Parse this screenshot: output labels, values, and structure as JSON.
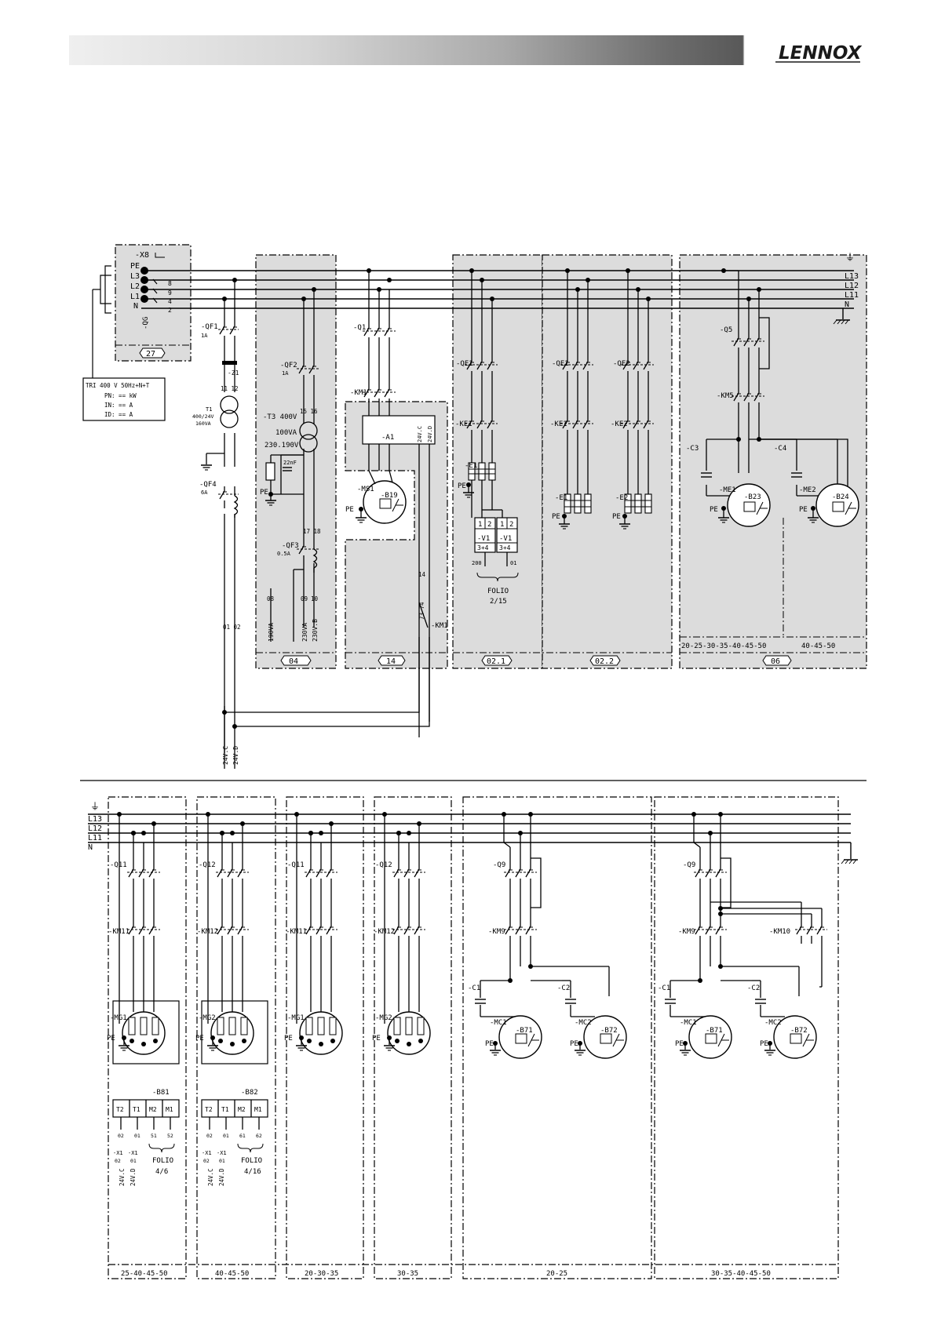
{
  "brand": {
    "name": "LENNOX"
  },
  "colors": {
    "zone_fill": "#dcdcdc",
    "ink": "#000000",
    "paper": "#ffffff"
  },
  "upper": {
    "bus_labels": {
      "earth": "⏚",
      "l13": "L13",
      "l12": "L12",
      "l11": "L11",
      "n": "N"
    },
    "terminal_block": {
      "name": "-X8",
      "pe": "PE",
      "l3": "L3",
      "l2": "L2",
      "l1": "L1",
      "n": "N",
      "qg": "-QG",
      "nums": [
        "8",
        "9",
        "4",
        "2"
      ],
      "folio": "27"
    },
    "supply_box": {
      "line1": "TRI 400   V  50Hz+N+T",
      "line2": "PN: == kW",
      "line3": "IN: == A",
      "line4": "ID: == A"
    },
    "left_column": {
      "qf1": "-QF1",
      "qf1_rating": "1A",
      "z1": "-Z1",
      "z1_pins": "11  12",
      "t1": "T1",
      "t1_spec1": "400/24V",
      "t1_spec2": "160VA",
      "qf4": "-QF4",
      "qf4_rating": "6A",
      "wires": "01  02",
      "v24c": "24V.C",
      "v24d": "24V.D"
    },
    "zone04": {
      "qf2": "-QF2",
      "qf2_rating": "1A",
      "t3": "-T3  400V",
      "t3_va": "100VA",
      "t3_out": "230.190V",
      "pins_in": "15  16",
      "cap": "22nF",
      "pe": "PE",
      "pins_out": "17  18",
      "qf3": "-QF3",
      "qf3_rating": "0.5A",
      "w1": "08",
      "w2": "09",
      "w3": "10",
      "v1": "190VA",
      "v2": "230VA",
      "v3": "230V.B",
      "folio": "04"
    },
    "zone14": {
      "q1": "-Q1",
      "km1": "-KM1",
      "a1": "-A1",
      "a1_c": "24V.C",
      "a1_d": "24V.D",
      "ms1": "-MS1",
      "b19": "-B19",
      "pe": "PE",
      "w14": "14",
      "km1_aux": "-KM1",
      "aux_pins": "73  74",
      "folio": "14"
    },
    "zone021": {
      "qe1": "-QE1",
      "ke1": "-KE1",
      "e1": "-E1",
      "pe": "PE",
      "v1": "-V1",
      "v1b": "-V1",
      "w200": "200",
      "w01": "01",
      "folio_ref": "FOLIO",
      "folio_ref2": "2/15",
      "folio": "02.1"
    },
    "zone022": {
      "qe1": "-QE1",
      "qe2": "-QE2",
      "ke1": "-KE1",
      "ke2": "-KE2",
      "e1": "-E1",
      "e2": "-E2",
      "pe1": "PE",
      "pe2": "PE",
      "folio": "02.2"
    },
    "zone06": {
      "q5": "-Q5",
      "km5": "-KM5",
      "c3": "-C3",
      "c4": "-C4",
      "me1": "-ME1",
      "b23": "-B23",
      "me2": "-ME2",
      "b24": "-B24",
      "pe1": "PE",
      "pe2": "PE",
      "variants1": "20-25-30-35-40-45-50",
      "variants2": "40-45-50",
      "folio": "06"
    }
  },
  "lower": {
    "bus_labels": {
      "earth": "⏚",
      "l13": "L13",
      "l12": "L12",
      "l11": "L11",
      "n": "N"
    },
    "fans": [
      {
        "q": "-Q11",
        "km": "-KM11",
        "mg": "-MG1",
        "b": "-B81",
        "pe": "PE",
        "pins": [
          "T2",
          "T1",
          "M2",
          "M1"
        ],
        "wires": [
          "02",
          "01",
          "51",
          "52"
        ],
        "folio": [
          "FOLIO",
          "4/6"
        ],
        "x1": [
          "-X1",
          "-X1"
        ],
        "x1n": [
          "02",
          "01"
        ],
        "v": [
          "24V.C",
          "24V.D"
        ],
        "variant": "25-40-45-50"
      },
      {
        "q": "-Q12",
        "km": "-KM12",
        "mg": "-MG2",
        "b": "-B82",
        "pe": "PE",
        "pins": [
          "T2",
          "T1",
          "M2",
          "M1"
        ],
        "wires": [
          "02",
          "01",
          "61",
          "62"
        ],
        "folio": [
          "FOLIO",
          "4/16"
        ],
        "x1": [
          "-X1",
          "-X1"
        ],
        "x1n": [
          "02",
          "01"
        ],
        "v": [
          "24V.C",
          "24V.D"
        ],
        "variant": "40-45-50"
      },
      {
        "q": "-Q11",
        "km": "-KM11",
        "mg": "-MG1",
        "pe": "PE",
        "variant": "20-30-35"
      },
      {
        "q": "-Q12",
        "km": "-KM12",
        "mg": "-MG2",
        "pe": "PE",
        "variant": "30-35"
      }
    ],
    "comp_a": {
      "q": "-Q9",
      "km": "-KM9",
      "c1": "-C1",
      "c2": "-C2",
      "mc1": "-MC1",
      "b1": "-B71",
      "mc2": "-MC2",
      "b2": "-B72",
      "pe": "PE",
      "variant": "20-25"
    },
    "comp_b": {
      "q": "-Q9",
      "km": "-KM9",
      "km2": "-KM10",
      "c1": "-C1",
      "c2": "-C2",
      "mc1": "-MC1",
      "b1": "-B71",
      "mc2": "-MC2",
      "b2": "-B72",
      "pe": "PE",
      "variant": "30-35-40-45-50"
    }
  }
}
